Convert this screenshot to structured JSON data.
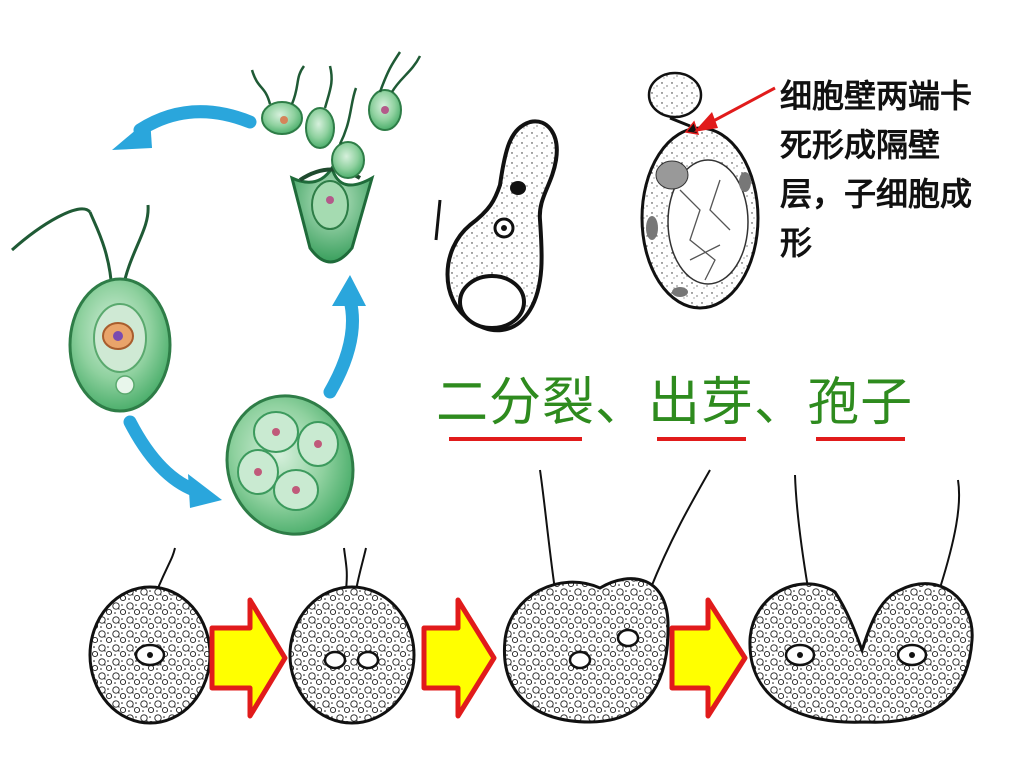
{
  "caption": {
    "lines": [
      "细胞壁两端卡",
      "死形成隔壁",
      "层，子细胞成",
      "形"
    ]
  },
  "heading": {
    "term1": "二分裂",
    "sep1": "、",
    "term2": "出芽",
    "sep2": "、",
    "term3": "孢子"
  },
  "colors": {
    "cell_green": "#3fae63",
    "cell_light": "#a9dcb4",
    "cycle_arrow": "#2aa6dc",
    "underline": "#e11b1b",
    "heading_text": "#2e8b1e",
    "step_arrow_fill": "#ffff00",
    "step_arrow_border": "#e11b1b",
    "pointer_arrow": "#e11b1b"
  }
}
